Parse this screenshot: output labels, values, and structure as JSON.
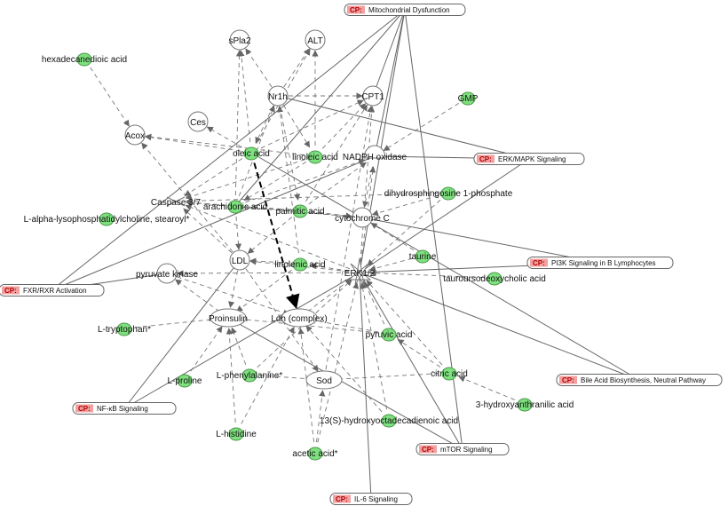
{
  "nodes": [
    {
      "id": "sPla2",
      "label": "sPla2",
      "green": false
    },
    {
      "id": "ALT",
      "label": "ALT",
      "green": false
    },
    {
      "id": "hexadecanedioic",
      "label": "hexadecanedioic acid",
      "green": true
    },
    {
      "id": "Nr1h",
      "label": "Nr1h",
      "green": false
    },
    {
      "id": "CPT1",
      "label": "CPT1",
      "green": false
    },
    {
      "id": "GMP",
      "label": "GMP",
      "green": true
    },
    {
      "id": "Ces",
      "label": "Ces",
      "green": false
    },
    {
      "id": "Acox",
      "label": "Acox",
      "green": false
    },
    {
      "id": "oleic",
      "label": "oleic acid",
      "green": true
    },
    {
      "id": "linoleic",
      "label": "linoleic acid",
      "green": true
    },
    {
      "id": "NADPH",
      "label": "NADPH oxidase",
      "green": false
    },
    {
      "id": "dihydro",
      "label": "dihydrosphingosine 1-phosphate",
      "green": true
    },
    {
      "id": "caspase",
      "label": "Caspase 3/7",
      "green": false
    },
    {
      "id": "arachidonic",
      "label": "arachidonic acid",
      "green": true
    },
    {
      "id": "palmitic",
      "label": "palmitic acid",
      "green": true
    },
    {
      "id": "cytochrome",
      "label": "cytochrome C",
      "green": false
    },
    {
      "id": "lyso",
      "label": "L-alpha-lysophosphatidylcholine, stearoyl*",
      "green": true
    },
    {
      "id": "LDL",
      "label": "LDL",
      "green": false
    },
    {
      "id": "linolenic",
      "label": "linolenic acid",
      "green": true
    },
    {
      "id": "taurine",
      "label": "taurine",
      "green": true
    },
    {
      "id": "ERK12",
      "label": "ERK1/2",
      "green": false
    },
    {
      "id": "tauroursodeoxycholic",
      "label": "tauroursodeoxycholic acid",
      "green": true
    },
    {
      "id": "pyruvate_kinase",
      "label": "pyruvate kinase",
      "green": false
    },
    {
      "id": "proinsulin",
      "label": "Proinsulin",
      "green": false
    },
    {
      "id": "ldh",
      "label": "Ldh (complex)",
      "green": false
    },
    {
      "id": "tryptophan",
      "label": "L-tryptophan*",
      "green": true
    },
    {
      "id": "pyruvic",
      "label": "pyruvic acid",
      "green": true
    },
    {
      "id": "citric",
      "label": "citric acid",
      "green": true
    },
    {
      "id": "proline",
      "label": "L-proline",
      "green": true
    },
    {
      "id": "phenylalanine",
      "label": "L-phenylalanine*",
      "green": true
    },
    {
      "id": "sod",
      "label": "Sod",
      "green": false
    },
    {
      "id": "hydroxyanthranilic",
      "label": "3-hydroxyanthranilic acid",
      "green": true
    },
    {
      "id": "HODE",
      "label": "13(S)-hydroxyoctadecadienoic acid",
      "green": true
    },
    {
      "id": "histidine",
      "label": "L-histidine",
      "green": true
    },
    {
      "id": "acetic",
      "label": "acetic acid*",
      "green": true
    }
  ],
  "canonical_pathways": [
    {
      "id": "mito",
      "tag": "CP:",
      "label": "Mitochondrial Dysfunction"
    },
    {
      "id": "erk",
      "tag": "CP:",
      "label": "ERK/MAPK Signaling"
    },
    {
      "id": "pi3k",
      "tag": "CP:",
      "label": "PI3K Signaling in B Lymphocytes"
    },
    {
      "id": "fxr",
      "tag": "CP:",
      "label": "FXR/RXR Activation"
    },
    {
      "id": "bile",
      "tag": "CP:",
      "label": "Bile Acid Biosynthesis, Neutral Pathway"
    },
    {
      "id": "nfkb",
      "tag": "CP:",
      "label": "NF-κB Signaling"
    },
    {
      "id": "mtor",
      "tag": "CP:",
      "label": "mTOR Signaling"
    },
    {
      "id": "il6",
      "tag": "CP:",
      "label": "IL-6 Signaling"
    }
  ],
  "colors": {
    "molecule_green": "#7ee07e",
    "cp_tag": "#f2a0a0",
    "edge": "#555555",
    "highlight_edge": "#000000"
  }
}
